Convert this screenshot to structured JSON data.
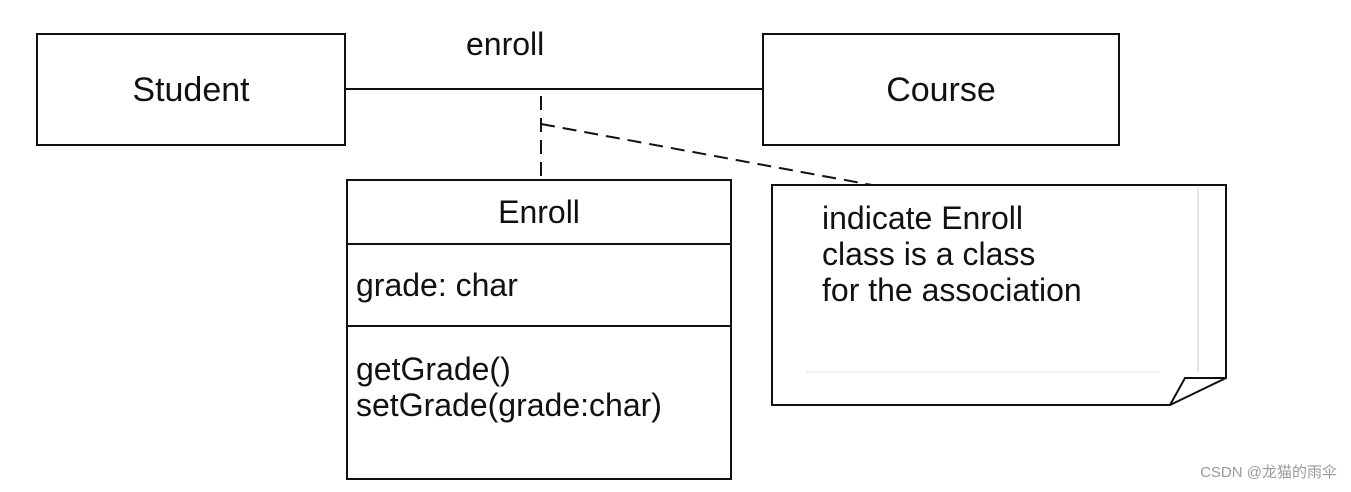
{
  "diagram": {
    "student": {
      "name": "Student"
    },
    "course": {
      "name": "Course"
    },
    "association": {
      "label": "enroll"
    },
    "association_class": {
      "name": "Enroll",
      "attributes": [
        "grade: char"
      ],
      "operations": [
        "getGrade()",
        "setGrade(grade:char)"
      ]
    },
    "note": {
      "lines": [
        "indicate Enroll",
        "class is a class",
        "for the association"
      ]
    }
  },
  "watermark": "CSDN @龙猫的雨伞",
  "colors": {
    "line": "#111111",
    "background": "#ffffff",
    "watermark": "#9a9a9a"
  }
}
